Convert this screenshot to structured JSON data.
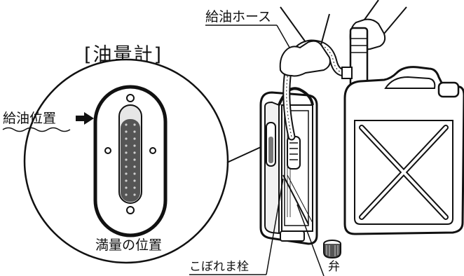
{
  "labels": {
    "gauge_title": "[油量計]",
    "fill_position": "給油位置",
    "full_position": "満量の位置",
    "fill_hose": "給油ホース",
    "spill_plug": "こぼれま栓",
    "valve": "弁"
  },
  "colors": {
    "line": "#111111",
    "tank_fill": "#ffffff",
    "window_fill": "#e6e6e6",
    "oil_fill": "#555555",
    "oil_dots": "#cfcfcf"
  },
  "icons": {
    "arrow": "right-arrow-icon"
  }
}
